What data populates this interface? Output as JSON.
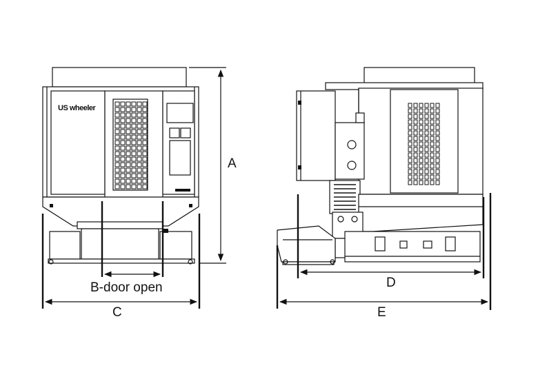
{
  "brand_text": "US wheeler",
  "dimensions": {
    "a": "A",
    "b": "B-door open",
    "c": "C",
    "d": "D",
    "e": "E"
  }
}
